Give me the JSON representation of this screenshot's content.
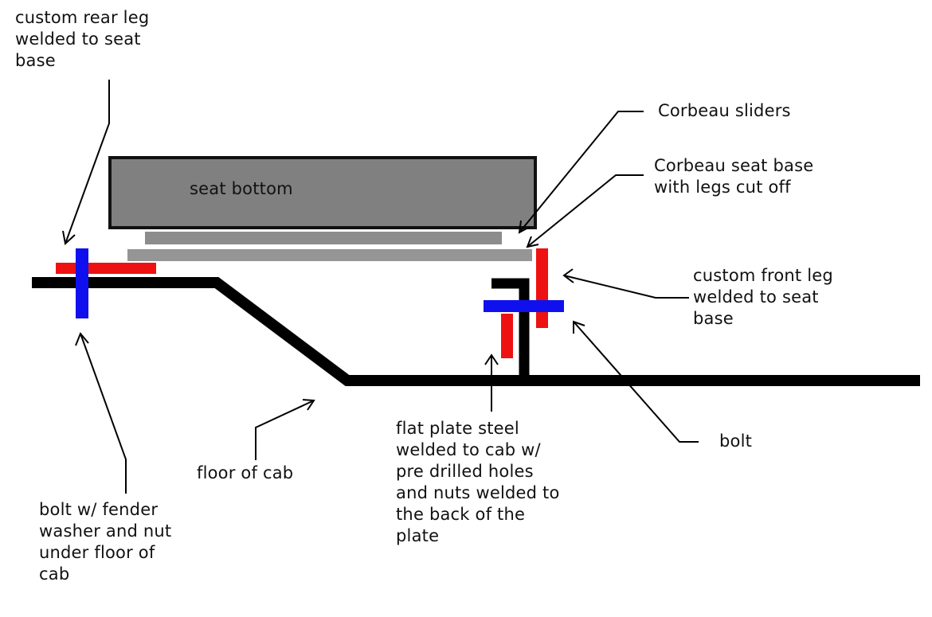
{
  "labels": {
    "rear_leg": [
      "custom rear leg",
      "welded to seat",
      "base"
    ],
    "seat_bottom": "seat bottom",
    "corbeau_sliders": "Corbeau sliders",
    "corbeau_seat_base": [
      "Corbeau seat base",
      "with legs cut off"
    ],
    "front_leg": [
      "custom front leg",
      "welded to seat",
      "base"
    ],
    "bolt": "bolt",
    "flat_plate": [
      "flat plate steel",
      "welded to cab w/",
      "pre drilled holes",
      "and nuts welded to",
      "the back of the",
      "plate"
    ],
    "floor_of_cab": "floor of cab",
    "rear_bolt": [
      "bolt w/ fender",
      "washer and nut",
      "under floor of",
      "cab"
    ]
  },
  "colors": {
    "seat_fill": "#808080",
    "seat_stroke": "#111111",
    "slider": "#8c8c8c",
    "base": "#959595",
    "red": "#ee1111",
    "blue": "#1010ee",
    "black": "#000000"
  }
}
